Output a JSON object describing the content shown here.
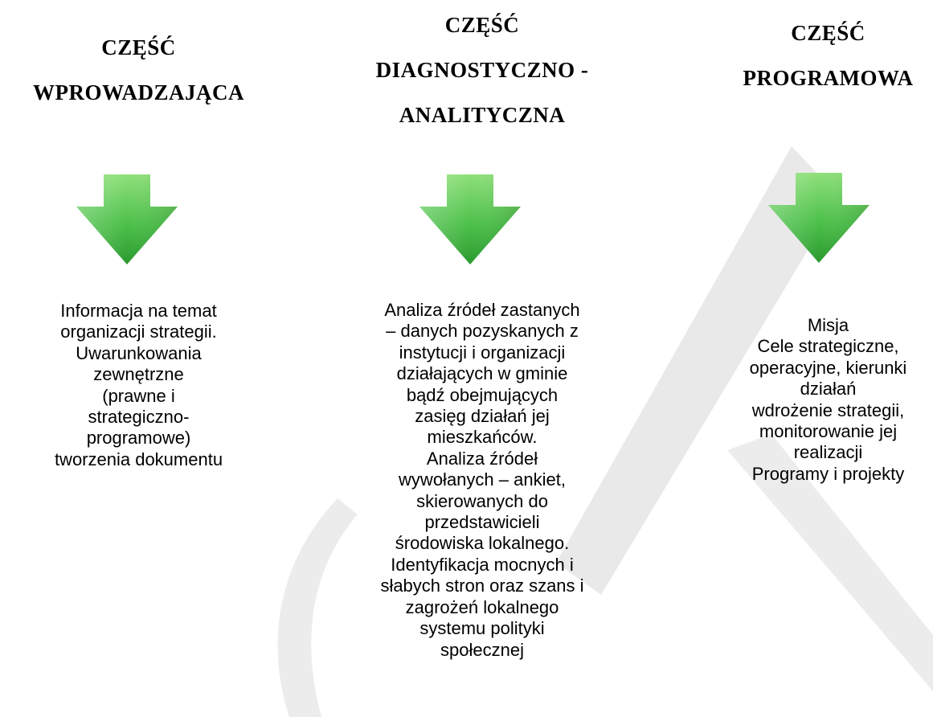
{
  "columns": [
    {
      "heading_lines": [
        "CZĘŚĆ",
        "WPROWADZAJĄCA"
      ],
      "arrow_icon": "down-arrow-icon",
      "description_lines": [
        "Informacja na temat",
        "organizacji strategii.",
        "Uwarunkowania",
        "zewnętrzne",
        "(prawne i",
        "strategiczno-",
        "programowe)",
        "tworzenia dokumentu"
      ]
    },
    {
      "heading_lines": [
        "CZĘŚĆ",
        "DIAGNOSTYCZNO -",
        "ANALITYCZNA"
      ],
      "arrow_icon": "down-arrow-icon",
      "description_lines": [
        "Analiza źródeł zastanych",
        "– danych pozyskanych z",
        "instytucji i organizacji",
        "działających w gminie",
        "bądź obejmujących",
        "zasięg działań jej",
        "mieszkańców.",
        "Analiza źródeł",
        "wywołanych – ankiet,",
        "skierowanych do",
        "przedstawicieli",
        "środowiska lokalnego.",
        "Identyfikacja mocnych i",
        "słabych stron oraz szans i",
        "zagrożeń lokalnego",
        "systemu polityki",
        "społecznej"
      ]
    },
    {
      "heading_lines": [
        "CZĘŚĆ",
        "PROGRAMOWA"
      ],
      "arrow_icon": "down-arrow-icon",
      "description_lines": [
        "Misja",
        "Cele strategiczne,",
        "operacyjne, kierunki",
        "działań",
        "wdrożenie strategii,",
        "monitorowanie jej",
        "realizacji",
        "Programy i projekty"
      ]
    }
  ],
  "colors": {
    "arrow_light": "#8ee07a",
    "arrow_mid": "#4cc04a",
    "arrow_dark": "#2a9a2e",
    "watermark": "#e9e9e9"
  }
}
